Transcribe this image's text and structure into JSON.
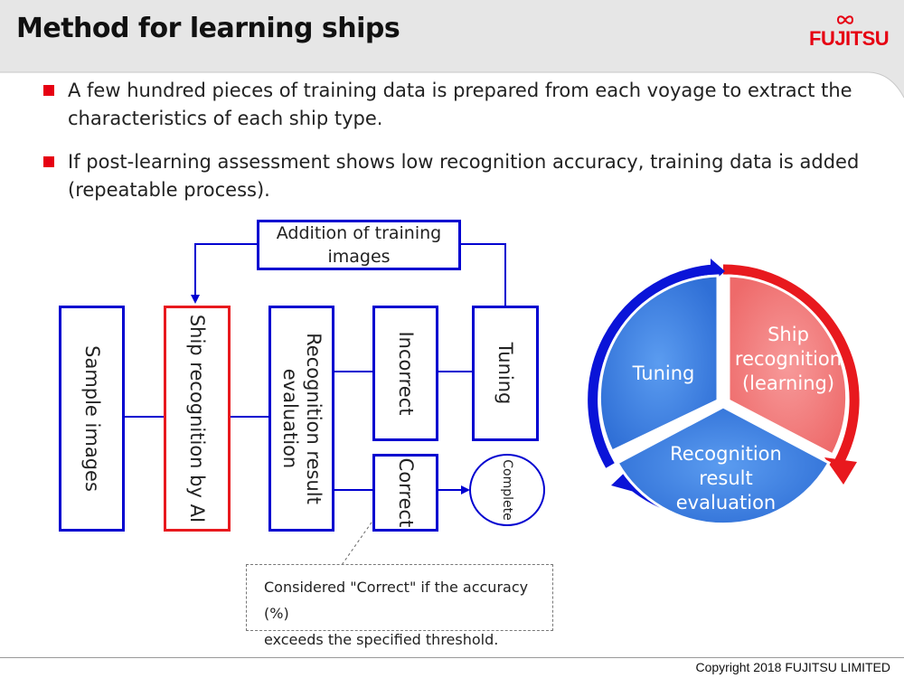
{
  "header": {
    "title": "Method for learning ships",
    "logo_text": "FUJITSU",
    "brand_color": "#e60012"
  },
  "bullets": [
    "A few hundred pieces of training data is prepared from each voyage to extract the characteristics of each ship type.",
    "If post-learning assessment shows low recognition accuracy, training data is added (repeatable process)."
  ],
  "flow": {
    "addition_box": "Addition of training images",
    "sample_images": "Sample images",
    "ship_recognition": "Ship recognition by AI",
    "evaluation_line1": "Recognition result",
    "evaluation_line2": "evaluation",
    "incorrect": "Incorrect",
    "tuning": "Tuning",
    "correct": "Correct",
    "complete": "Complete",
    "note_line1": "Considered \"Correct\" if the accuracy (%)",
    "note_line2": "exceeds the specified threshold."
  },
  "cycle": {
    "segments": [
      {
        "label_lines": [
          "Ship",
          "recognition",
          "(learning)"
        ],
        "color": "#f07070"
      },
      {
        "label_lines": [
          "Recognition",
          "result",
          "evaluation"
        ],
        "color": "#3b7de0"
      },
      {
        "label_lines": [
          "Tuning"
        ],
        "color": "#3b7de0"
      }
    ]
  },
  "footer": {
    "copyright": "Copyright 2018 FUJITSU LIMITED"
  }
}
